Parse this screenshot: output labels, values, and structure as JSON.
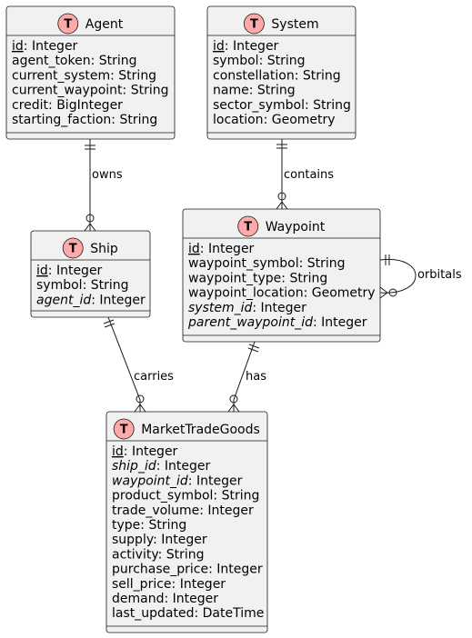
{
  "diagram": {
    "entities": {
      "agent": {
        "badge": "T",
        "name": "Agent",
        "attrs": [
          {
            "name": "id",
            "type": ": Integer",
            "style": "pk"
          },
          {
            "name": "agent_token",
            "type": ": String",
            "style": "normal"
          },
          {
            "name": "current_system",
            "type": ": String",
            "style": "normal"
          },
          {
            "name": "current_waypoint",
            "type": ": String",
            "style": "normal"
          },
          {
            "name": "credit",
            "type": ": BigInteger",
            "style": "normal"
          },
          {
            "name": "starting_faction",
            "type": ": String",
            "style": "normal"
          }
        ]
      },
      "system": {
        "badge": "T",
        "name": "System",
        "attrs": [
          {
            "name": "id",
            "type": ": Integer",
            "style": "pk"
          },
          {
            "name": "symbol",
            "type": ": String",
            "style": "normal"
          },
          {
            "name": "constellation",
            "type": ": String",
            "style": "normal"
          },
          {
            "name": "name",
            "type": ": String",
            "style": "normal"
          },
          {
            "name": "sector_symbol",
            "type": ": String",
            "style": "normal"
          },
          {
            "name": "location",
            "type": ": Geometry",
            "style": "normal"
          }
        ]
      },
      "ship": {
        "badge": "T",
        "name": "Ship",
        "attrs": [
          {
            "name": "id",
            "type": ": Integer",
            "style": "pk"
          },
          {
            "name": "symbol",
            "type": ": String",
            "style": "normal"
          },
          {
            "name": "agent_id",
            "type": ": Integer",
            "style": "fk"
          }
        ]
      },
      "waypoint": {
        "badge": "T",
        "name": "Waypoint",
        "attrs": [
          {
            "name": "id",
            "type": ": Integer",
            "style": "pk"
          },
          {
            "name": "waypoint_symbol",
            "type": ": String",
            "style": "normal"
          },
          {
            "name": "waypoint_type",
            "type": ": String",
            "style": "normal"
          },
          {
            "name": "waypoint_location",
            "type": ": Geometry",
            "style": "normal"
          },
          {
            "name": "system_id",
            "type": ": Integer",
            "style": "fk"
          },
          {
            "name": "parent_waypoint_id",
            "type": ": Integer",
            "style": "fk"
          }
        ]
      },
      "market": {
        "badge": "T",
        "name": "MarketTradeGoods",
        "attrs": [
          {
            "name": "id",
            "type": ": Integer",
            "style": "pk"
          },
          {
            "name": "ship_id",
            "type": ": Integer",
            "style": "fk"
          },
          {
            "name": "waypoint_id",
            "type": ": Integer",
            "style": "fk"
          },
          {
            "name": "product_symbol",
            "type": ": String",
            "style": "normal"
          },
          {
            "name": "trade_volume",
            "type": ": Integer",
            "style": "normal"
          },
          {
            "name": "type",
            "type": ": String",
            "style": "normal"
          },
          {
            "name": "supply",
            "type": ": Integer",
            "style": "normal"
          },
          {
            "name": "activity",
            "type": ": String",
            "style": "normal"
          },
          {
            "name": "purchase_price",
            "type": ": Integer",
            "style": "normal"
          },
          {
            "name": "sell_price",
            "type": ": Integer",
            "style": "normal"
          },
          {
            "name": "demand",
            "type": ": Integer",
            "style": "normal"
          },
          {
            "name": "last_updated",
            "type": ": DateTime",
            "style": "normal"
          }
        ]
      }
    },
    "relations": {
      "owns": "owns",
      "contains": "contains",
      "orbitals": "orbitals",
      "carries": "carries",
      "has": "has"
    }
  }
}
